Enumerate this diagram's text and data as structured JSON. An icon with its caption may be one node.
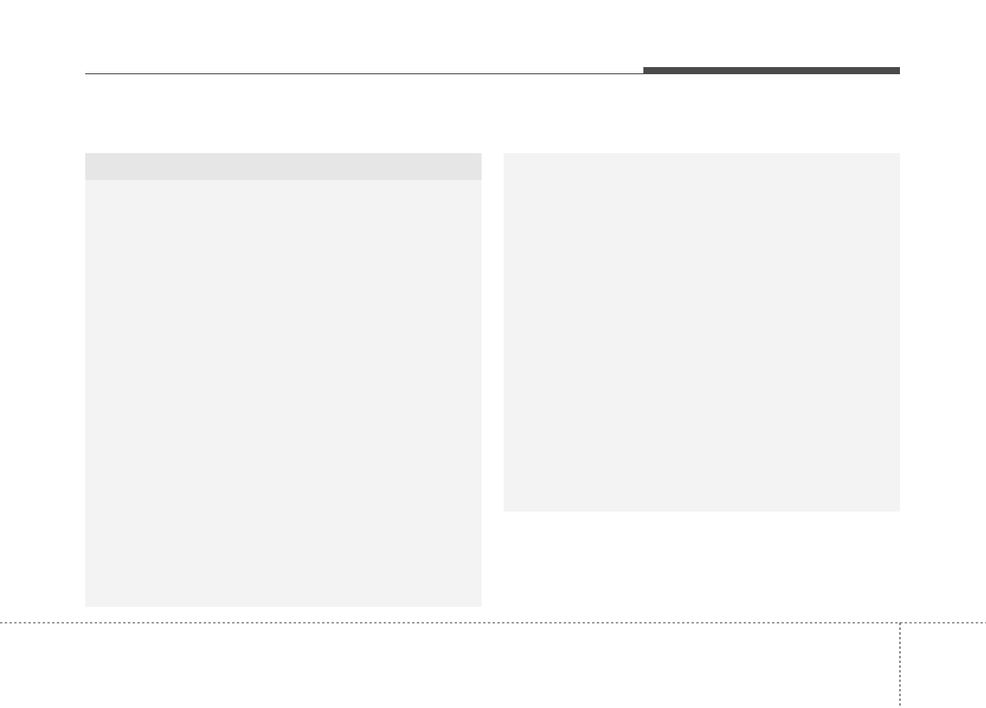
{
  "diagram": {
    "nodes": [
      {
        "text": [],
        "shape": "box"
      },
      {
        "text": [],
        "shape": "box",
        "in": 0
      },
      {
        "text": [],
        "shape": "box"
      }
    ]
  }
}
